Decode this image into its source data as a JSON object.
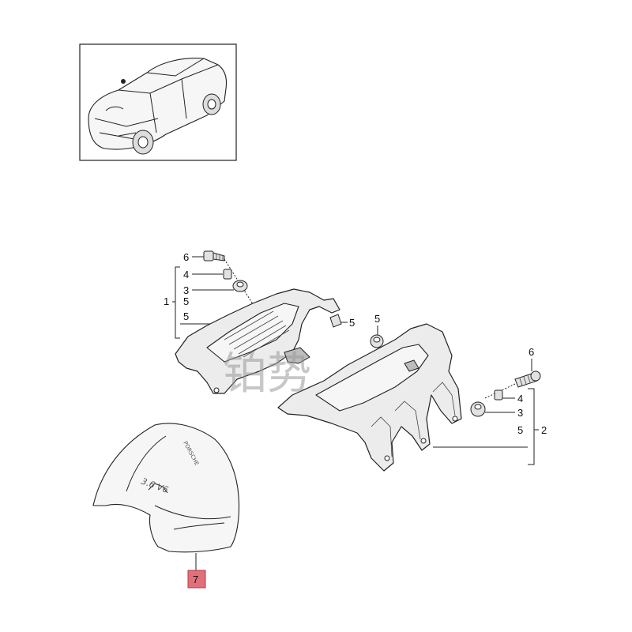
{
  "callouts": {
    "upper_left": {
      "c6": "6",
      "c4": "4",
      "c3": "3",
      "c1": "1",
      "c5a": "5",
      "c5b": "5"
    },
    "middle": {
      "c5": "5"
    },
    "right": {
      "c6": "6",
      "c4": "4",
      "c3": "3",
      "c5": "5",
      "c2": "2"
    },
    "bottom": {
      "c7": "7"
    }
  },
  "cover_emboss": {
    "brand": "PORSCHE",
    "engine": "3.6 V6"
  },
  "watermark": "铂势",
  "colors": {
    "highlight": "#e0707a",
    "line": "#222222"
  }
}
